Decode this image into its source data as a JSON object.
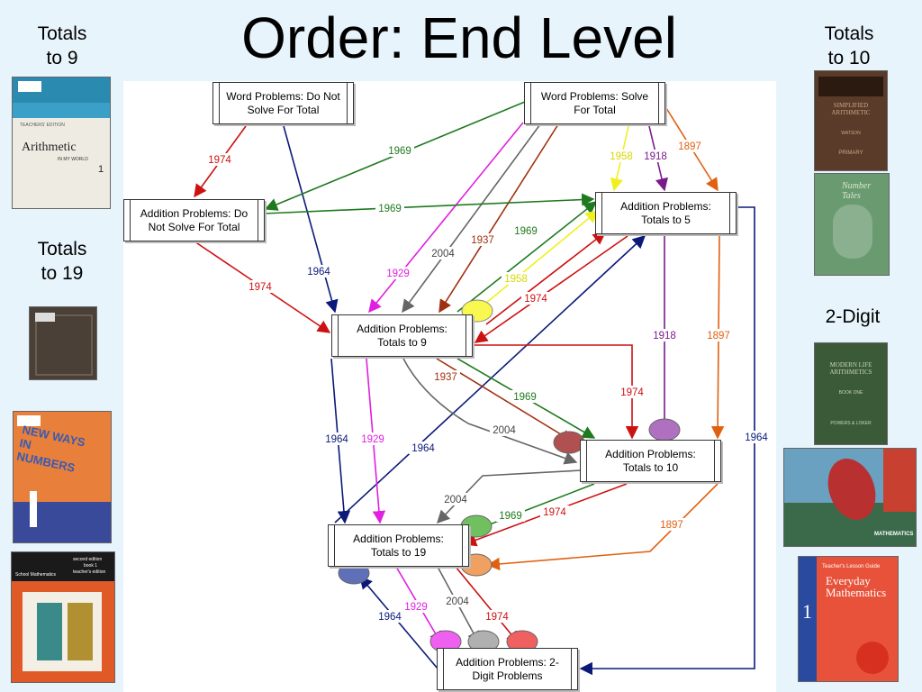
{
  "title": "Order: End Level",
  "side_labels": {
    "totals_to_9": "Totals to 9",
    "totals_to_19": "Totals to 19",
    "totals_to_10": "Totals to 10",
    "two_digit": "2-Digit"
  },
  "nodes": {
    "wp_do_not_solve": "Word Problems: Do Not Solve For Total",
    "wp_solve": "Word Problems: Solve For Total",
    "add_do_not_solve": "Addition Problems: Do Not Solve For Total",
    "add_totals_5": "Addition Problems: Totals to 5",
    "add_totals_9": "Addition Problems: Totals to 9",
    "add_totals_10": "Addition Problems: Totals to 10",
    "add_totals_19": "Addition Problems: Totals to 19",
    "add_2digit": "Addition Problems: 2-Digit Problems"
  },
  "edge_labels": {
    "e1974_a": "1974",
    "e1969_a": "1969",
    "e1958_a": "1958",
    "e1918_a": "1918",
    "e1897_a": "1897",
    "e1969_b": "1969",
    "e1964_a": "1964",
    "e1974_b": "1974",
    "e1929_a": "1929",
    "e2004_a": "2004",
    "e1937_a": "1937",
    "e1969_c": "1969",
    "e1958_b": "1958",
    "e1974_c": "1974",
    "e1918_b": "1918",
    "e1897_b": "1897",
    "e1964_b": "1964",
    "e1937_b": "1937",
    "e1969_d": "1969",
    "e1974_d": "1974",
    "e2004_b": "2004",
    "e1964_c": "1964",
    "e1929_b": "1929",
    "e1964_d": "1964",
    "e2004_c": "2004",
    "e1969_e": "1969",
    "e1974_e": "1974",
    "e1897_c": "1897",
    "e1964_e": "1964",
    "e1929_c": "1929",
    "e2004_d": "2004",
    "e1974_f": "1974"
  },
  "book_covers": {
    "b1": "TEACHERS' EDITION",
    "b1_title": "Arithmetic",
    "b1_sub": "IN MY WORLD",
    "b1_num": "1",
    "b3_title": "SIMPLIFIED ARITHMETIC",
    "b3_sub": "WATSON",
    "b3_level": "PRIMARY",
    "b4_title": "Number Tales",
    "b5_title": "NEW WAYS IN NUMBERS",
    "b6_title": "MODERN LIFE ARITHMETICS",
    "b6_sub": "BOOK ONE",
    "b6_auth": "POWERS & LOKER",
    "b7_brand": "MATHEMATICS",
    "b8_l1": "second edition",
    "b8_l2": "book 1",
    "b8_l3": "teacher's edition",
    "b8_l4": "School Mathematics",
    "b9_title": "Everyday Mathematics",
    "b9_num": "1",
    "b9_sub": "Teacher's Lesson Guide"
  },
  "colors": {
    "red": "#cc1111",
    "navy": "#0b1a78",
    "green": "#1f7a1f",
    "magenta": "#e020e0",
    "gray": "#666666",
    "brown": "#a03010",
    "yellow": "#f0f020",
    "purple": "#7a1a8a",
    "orange": "#e06010"
  }
}
